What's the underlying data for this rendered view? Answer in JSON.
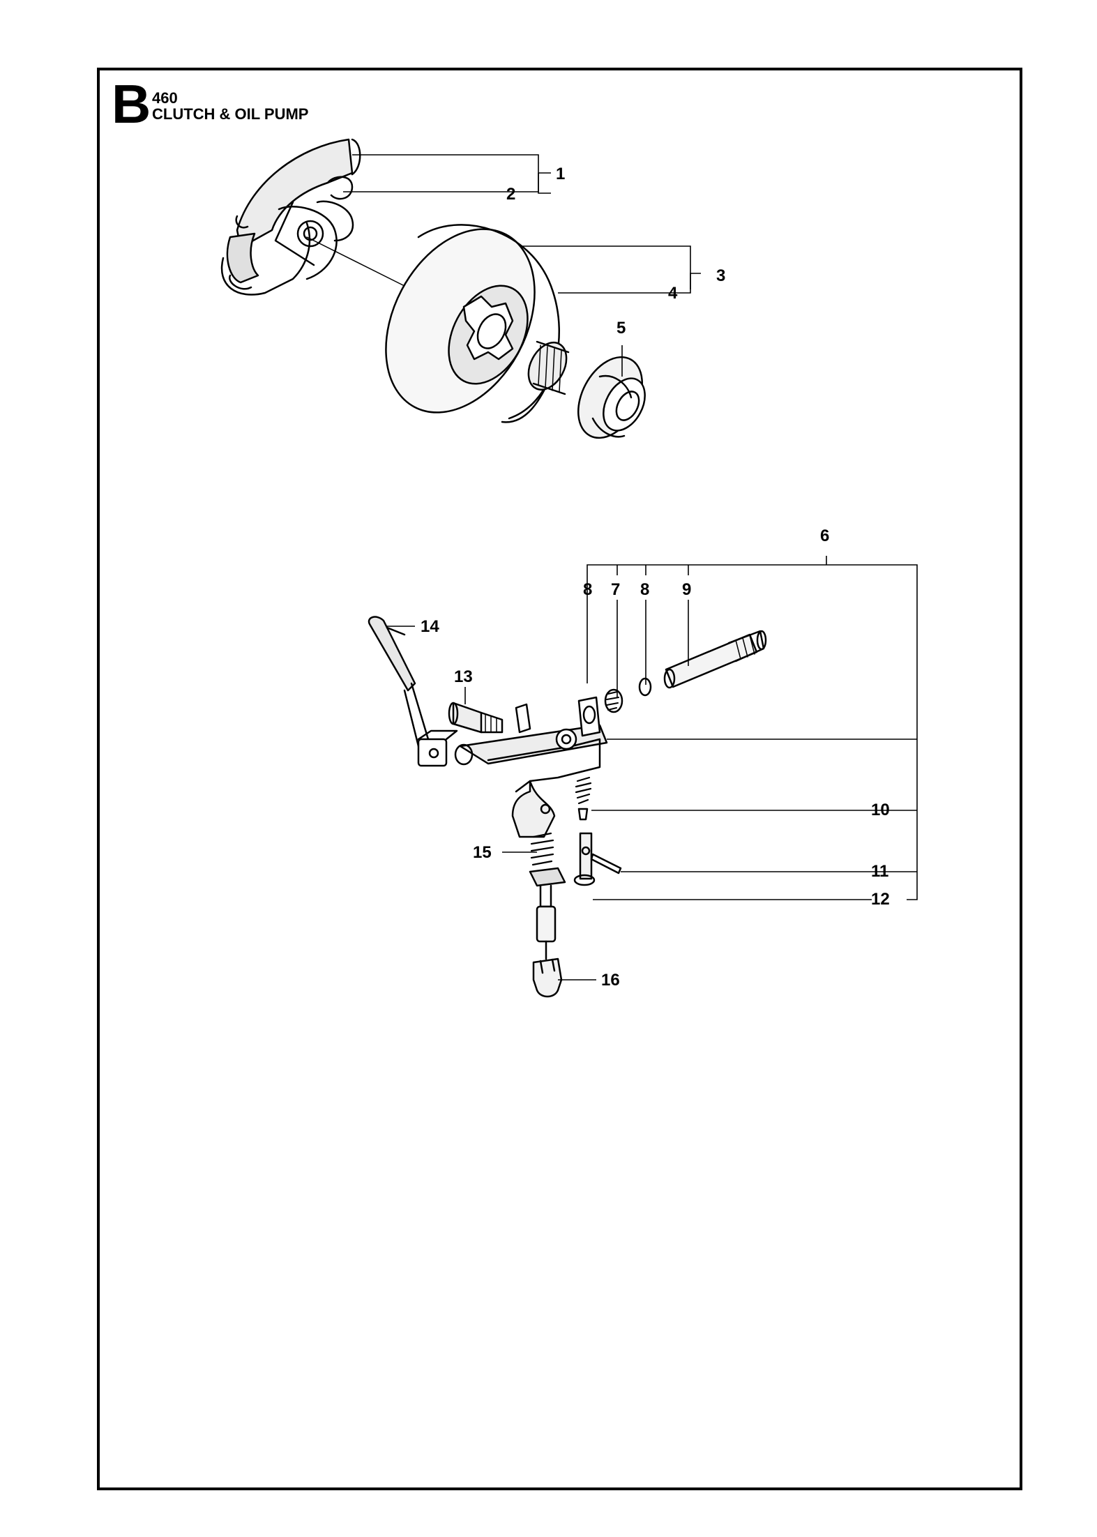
{
  "header": {
    "section_letter": "B",
    "model": "460",
    "title": "CLUTCH & OIL PUMP"
  },
  "callouts": {
    "c1": "1",
    "c2": "2",
    "c3": "3",
    "c4": "4",
    "c5": "5",
    "c6": "6",
    "c7": "7",
    "c8a": "8",
    "c8b": "8",
    "c9": "9",
    "c10": "10",
    "c11": "11",
    "c12": "12",
    "c13": "13",
    "c14": "14",
    "c15": "15",
    "c16": "16"
  },
  "colors": {
    "line": "#000000",
    "background": "#ffffff",
    "part_shade": "#d9d9d9"
  }
}
